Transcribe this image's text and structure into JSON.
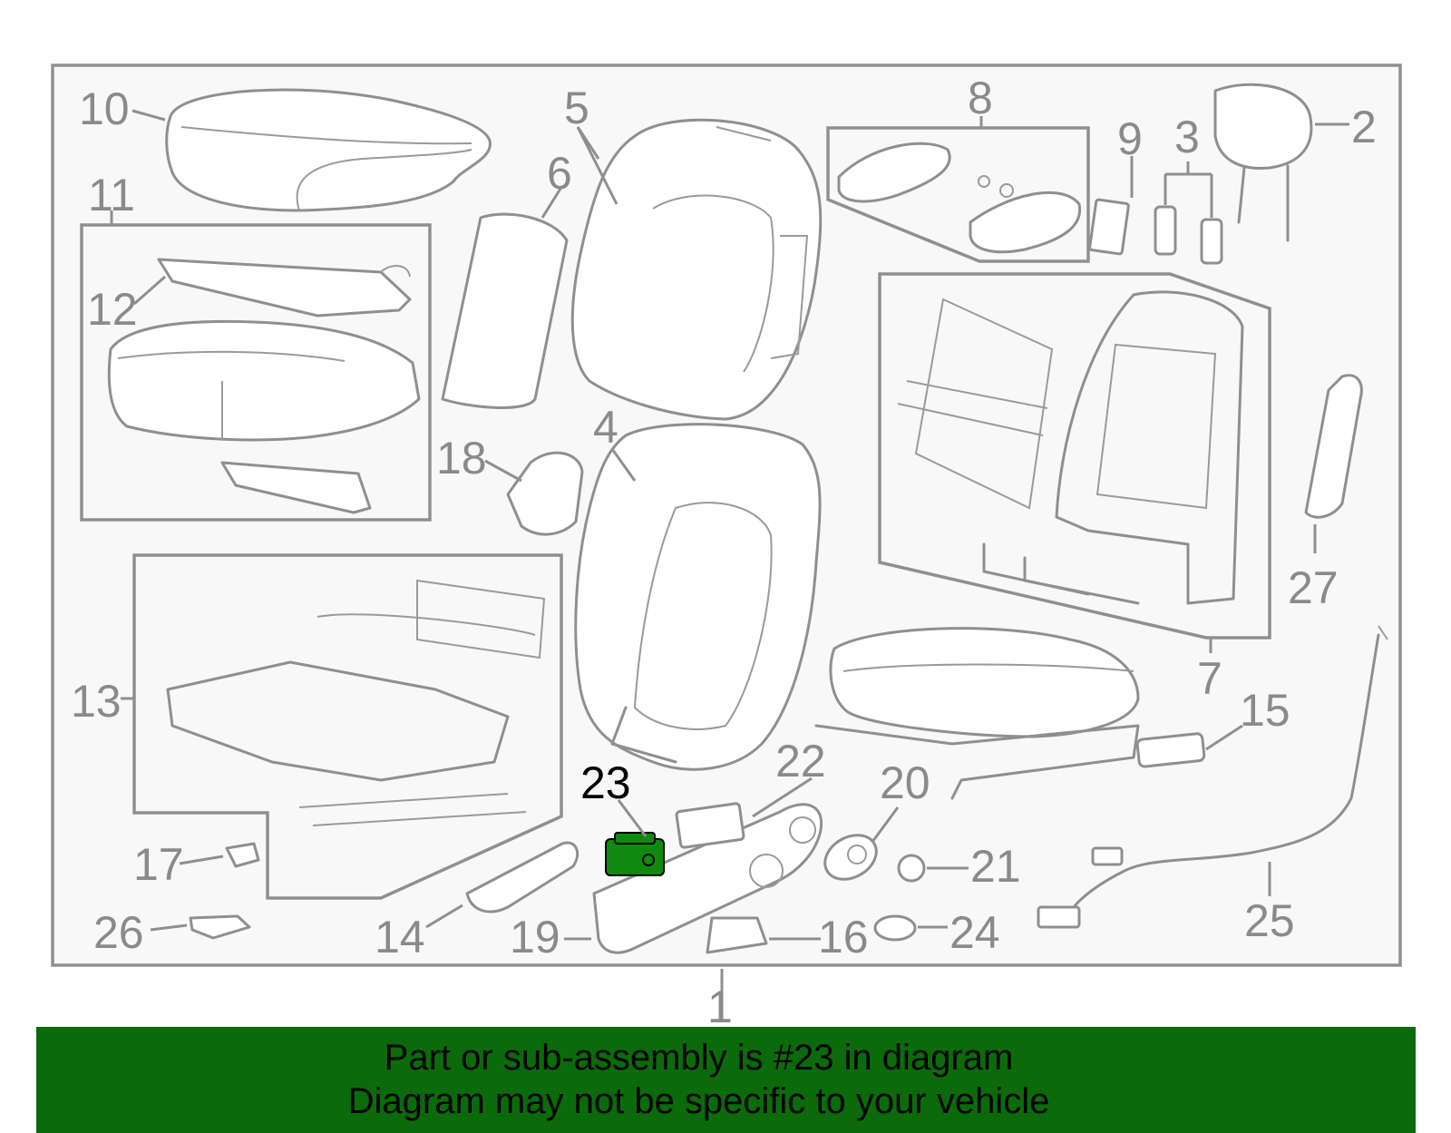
{
  "diagram": {
    "callouts": {
      "c1": "1",
      "c2": "2",
      "c3": "3",
      "c4": "4",
      "c5": "5",
      "c6": "6",
      "c7": "7",
      "c8": "8",
      "c9": "9",
      "c10": "10",
      "c11": "11",
      "c12": "12",
      "c13": "13",
      "c14": "14",
      "c15": "15",
      "c16": "16",
      "c17": "17",
      "c18": "18",
      "c19": "19",
      "c20": "20",
      "c21": "21",
      "c22": "22",
      "c23": "23",
      "c24": "24",
      "c25": "25",
      "c26": "26",
      "c27": "27"
    },
    "highlighted_part": "23",
    "colors": {
      "frame_background": "#f8f8f8",
      "line": "#8f8f8f",
      "highlight_part": "#0f8a0f",
      "banner_background": "#0b6b0b"
    }
  },
  "banner": {
    "line1": "Part or sub-assembly is #23 in diagram",
    "line2": "Diagram may not be specific to your vehicle"
  }
}
